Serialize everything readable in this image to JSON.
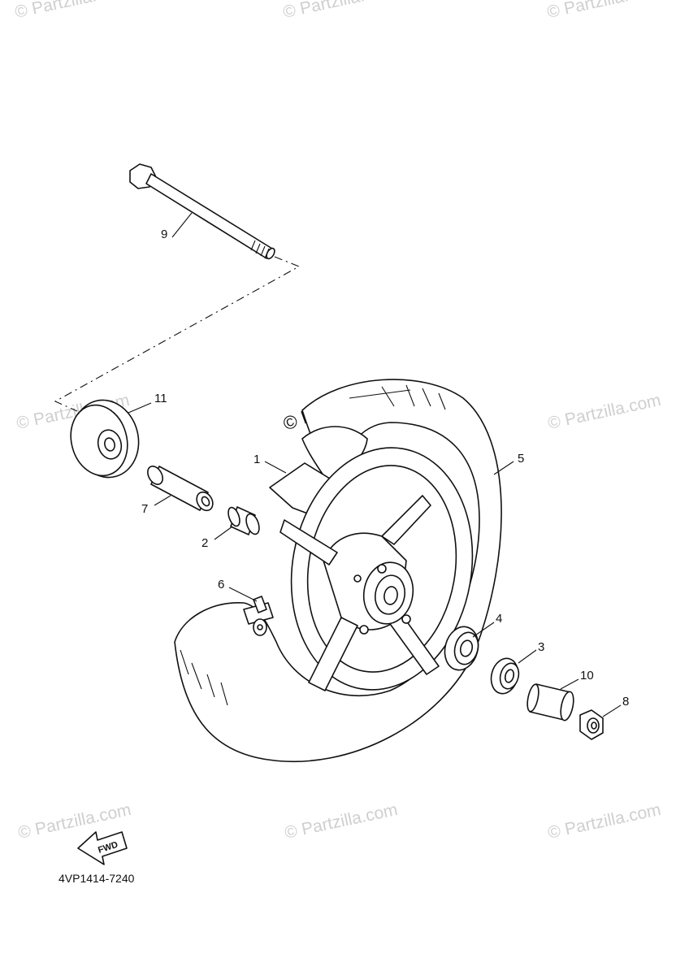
{
  "watermark": "© Partzilla.com",
  "diagram_code": "4VP1414-7240",
  "fwd_label": "FWD",
  "callouts": [
    {
      "label": "1",
      "part": "wheel-rim"
    },
    {
      "label": "2",
      "part": "collar-small"
    },
    {
      "label": "3",
      "part": "bearing-inner"
    },
    {
      "label": "4",
      "part": "bearing-outer"
    },
    {
      "label": "5",
      "part": "tire"
    },
    {
      "label": "6",
      "part": "valve"
    },
    {
      "label": "7",
      "part": "spacer-left"
    },
    {
      "label": "8",
      "part": "axle-nut"
    },
    {
      "label": "9",
      "part": "axle-bolt"
    },
    {
      "label": "10",
      "part": "collar-right"
    },
    {
      "label": "11",
      "part": "drive-gear"
    }
  ]
}
